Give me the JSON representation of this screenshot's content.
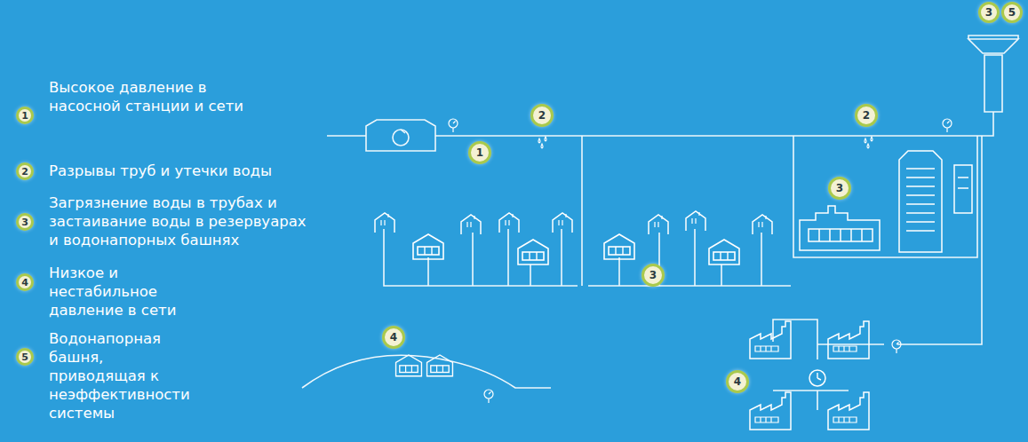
{
  "diagram": {
    "labels": [
      "1",
      "2",
      "3",
      "4",
      "5",
      "3",
      "5",
      "2",
      "2",
      "1",
      "3",
      "3",
      "4",
      "4"
    ],
    "legend": [
      {
        "text": "Высокое давление в насосной станции и сети"
      },
      {
        "text": "Разрывы труб и утечки воды"
      },
      {
        "text": "Загрязнение воды в трубах и застаивание воды в резервуарах и водонапорных башнях"
      },
      {
        "text": "Низкое и нестабильное давление в сети"
      },
      {
        "text": "Водонапорная башня, приводящая к неэффективности системы"
      }
    ]
  }
}
